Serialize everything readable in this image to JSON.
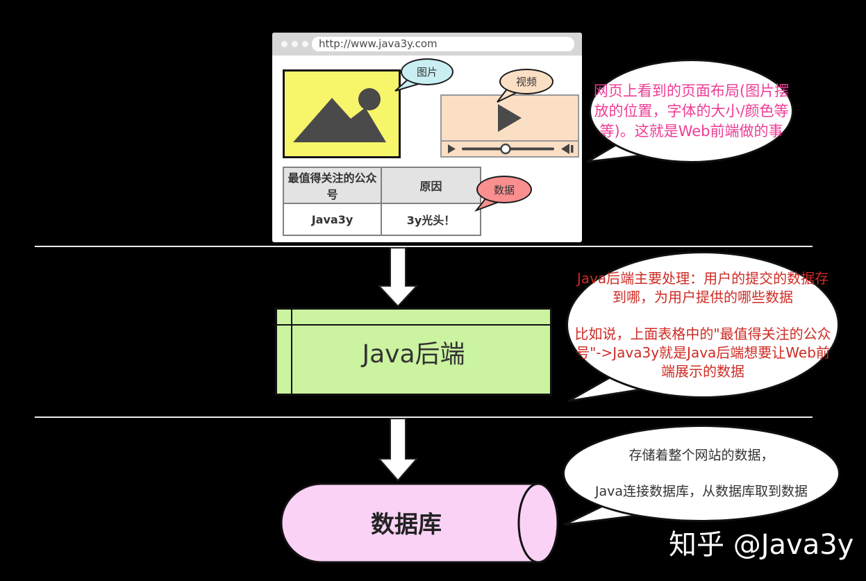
{
  "canvas": {
    "watermark": "知乎 @Java3y",
    "background": "#000000"
  },
  "browser": {
    "url": "http://www.java3y.com",
    "image_bubble_label": "图片",
    "video_bubble_label": "视频",
    "data_bubble_label": "数据",
    "table": {
      "headers": [
        "最值得关注的公众号",
        "原因"
      ],
      "row": [
        "Java3y",
        "3y光头！"
      ]
    }
  },
  "flow": {
    "backend_label": "Java后端",
    "database_label": "数据库"
  },
  "callouts": {
    "frontend": {
      "color": "#EE3D95",
      "lines": [
        "网页上看到的页面布局(图片摆",
        "放的位置，字体的大小/颜色等",
        "等)。这就是Web前端做的事"
      ]
    },
    "backend": {
      "color": "#CE2B24",
      "para1": [
        "Java后端主要处理：用户的提交的数据存",
        "到哪，为用户提供的哪些数据"
      ],
      "para2": [
        "比如说，上面表格中的\"最值得关注的公众",
        "号\"->Java3y就是Java后端想要让Web前",
        "端展示的数据"
      ]
    },
    "database": {
      "color": "#333333",
      "lines": [
        "存储着整个网站的数据，",
        "Java连接数据库，从数据库取到数据"
      ]
    }
  },
  "colors": {
    "image_placeholder_fill": "#F7F56A",
    "video_player_fill": "#FBDFC5",
    "image_bubble_fill": "#C9EFF3",
    "video_bubble_fill": "#FBDFC5",
    "data_bubble_fill": "#F98F8F",
    "backend_box_fill": "#CBF3A0",
    "database_fill": "#FAD2F6"
  }
}
